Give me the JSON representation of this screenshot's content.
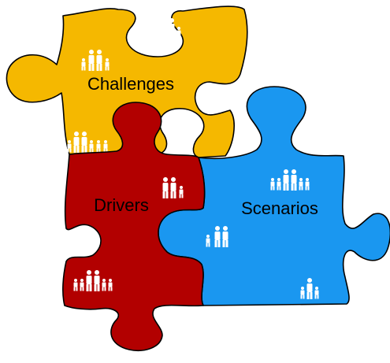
{
  "pieces": [
    {
      "id": "challenges",
      "label": "Challenges",
      "color": "#F5B800",
      "people_groups": 3
    },
    {
      "id": "drivers",
      "label": "Drivers",
      "color": "#B20000",
      "people_groups": 2
    },
    {
      "id": "scenarios",
      "label": "Scenarios",
      "color": "#1A97F0",
      "people_groups": 3
    }
  ],
  "outline_color": "#000000",
  "people_color": "#FFFFFF"
}
